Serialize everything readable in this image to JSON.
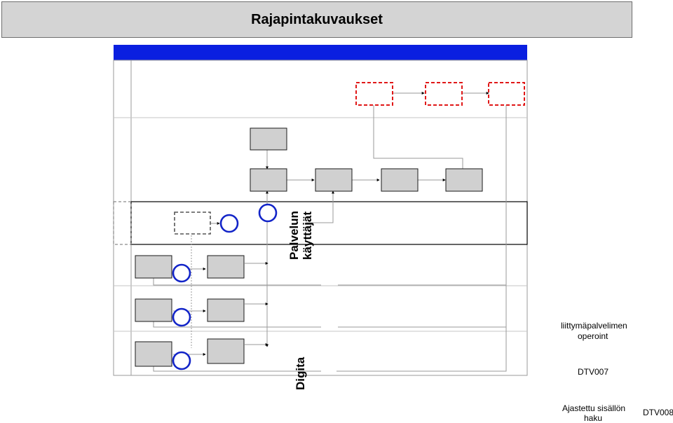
{
  "title": "Rajapintakuvaukset",
  "colors": {
    "header_blue": "#0a1fe0",
    "external_red": "#e01818",
    "circle_blue": "#1224c8",
    "box_fill": "#d0d0d0"
  },
  "lane_labels": {
    "users_line1": "Palvelun",
    "users_line2": "käyttäjät",
    "digital": "Digita"
  },
  "side_labels": {
    "operations_line1": "liittymäpalvelimen",
    "operations_line2": "operoint",
    "code1": "DTV007",
    "scheduled_line1": "Ajastettu sisällön",
    "scheduled_line2": "haku",
    "code2": "DTV008"
  }
}
